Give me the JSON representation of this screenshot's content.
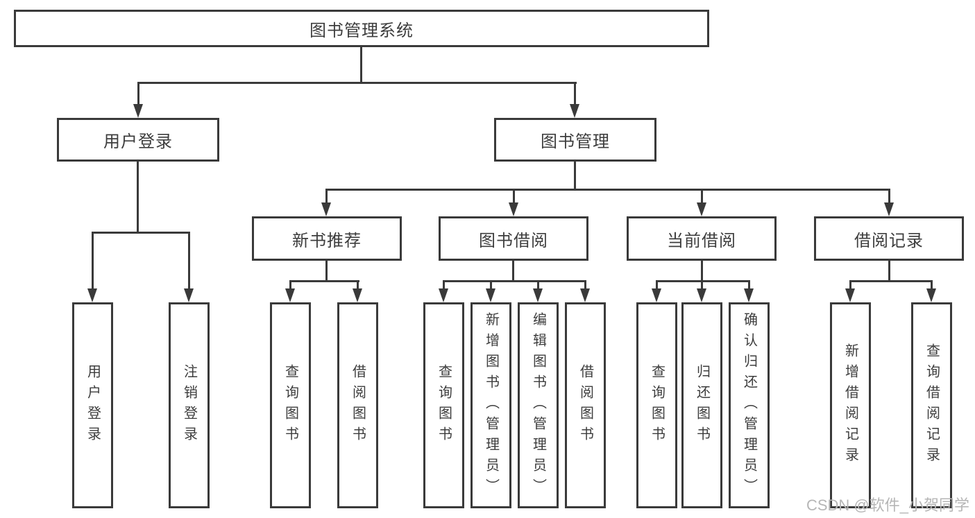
{
  "diagram": {
    "type": "hierarchy-tree",
    "line_color": "#3a3a3a",
    "text_color": "#3d3d3d",
    "background_color": "#ffffff",
    "tree": {
      "label": "图书管理系统",
      "children": [
        {
          "label": "用户登录",
          "children": [
            {
              "label": "用户登录"
            },
            {
              "label": "注销登录"
            }
          ]
        },
        {
          "label": "图书管理",
          "children": [
            {
              "label": "新书推荐",
              "children": [
                {
                  "label": "查询图书"
                },
                {
                  "label": "借阅图书"
                }
              ]
            },
            {
              "label": "图书借阅",
              "children": [
                {
                  "label": "查询图书"
                },
                {
                  "label": "新增图书（管理员）"
                },
                {
                  "label": "编辑图书（管理员）"
                },
                {
                  "label": "借阅图书"
                }
              ]
            },
            {
              "label": "当前借阅",
              "children": [
                {
                  "label": "查询图书"
                },
                {
                  "label": "归还图书"
                },
                {
                  "label": "确认归还（管理员）"
                }
              ]
            },
            {
              "label": "借阅记录",
              "children": [
                {
                  "label": "新增借阅记录"
                },
                {
                  "label": "查询借阅记录"
                }
              ]
            }
          ]
        }
      ]
    }
  },
  "watermark": {
    "text": "CSDN @软件_小贺同学"
  }
}
